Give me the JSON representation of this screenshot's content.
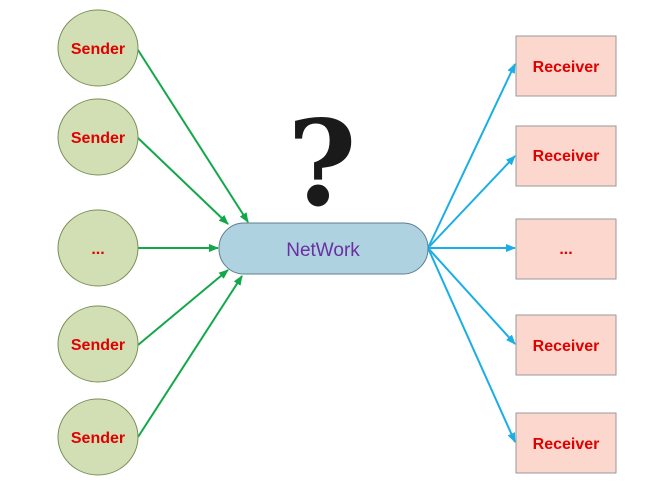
{
  "senders": [
    "Sender",
    "Sender",
    "...",
    "Sender",
    "Sender"
  ],
  "receivers": [
    "Receiver",
    "Receiver",
    "...",
    "Receiver",
    "Receiver"
  ],
  "network": {
    "label": "NetWork"
  },
  "question_mark": "?",
  "colors": {
    "sender_fill": "#d2dfb4",
    "sender_stroke": "#7a8f56",
    "receiver_fill": "#fbd7cd",
    "receiver_stroke": "#9a9a9a",
    "network_fill": "#aed2e0",
    "network_stroke": "#5c7f8e",
    "sender_arrow": "#12a84a",
    "receiver_arrow": "#1aaee6",
    "label_text": "#e00000",
    "network_text": "#6a2fa0"
  }
}
